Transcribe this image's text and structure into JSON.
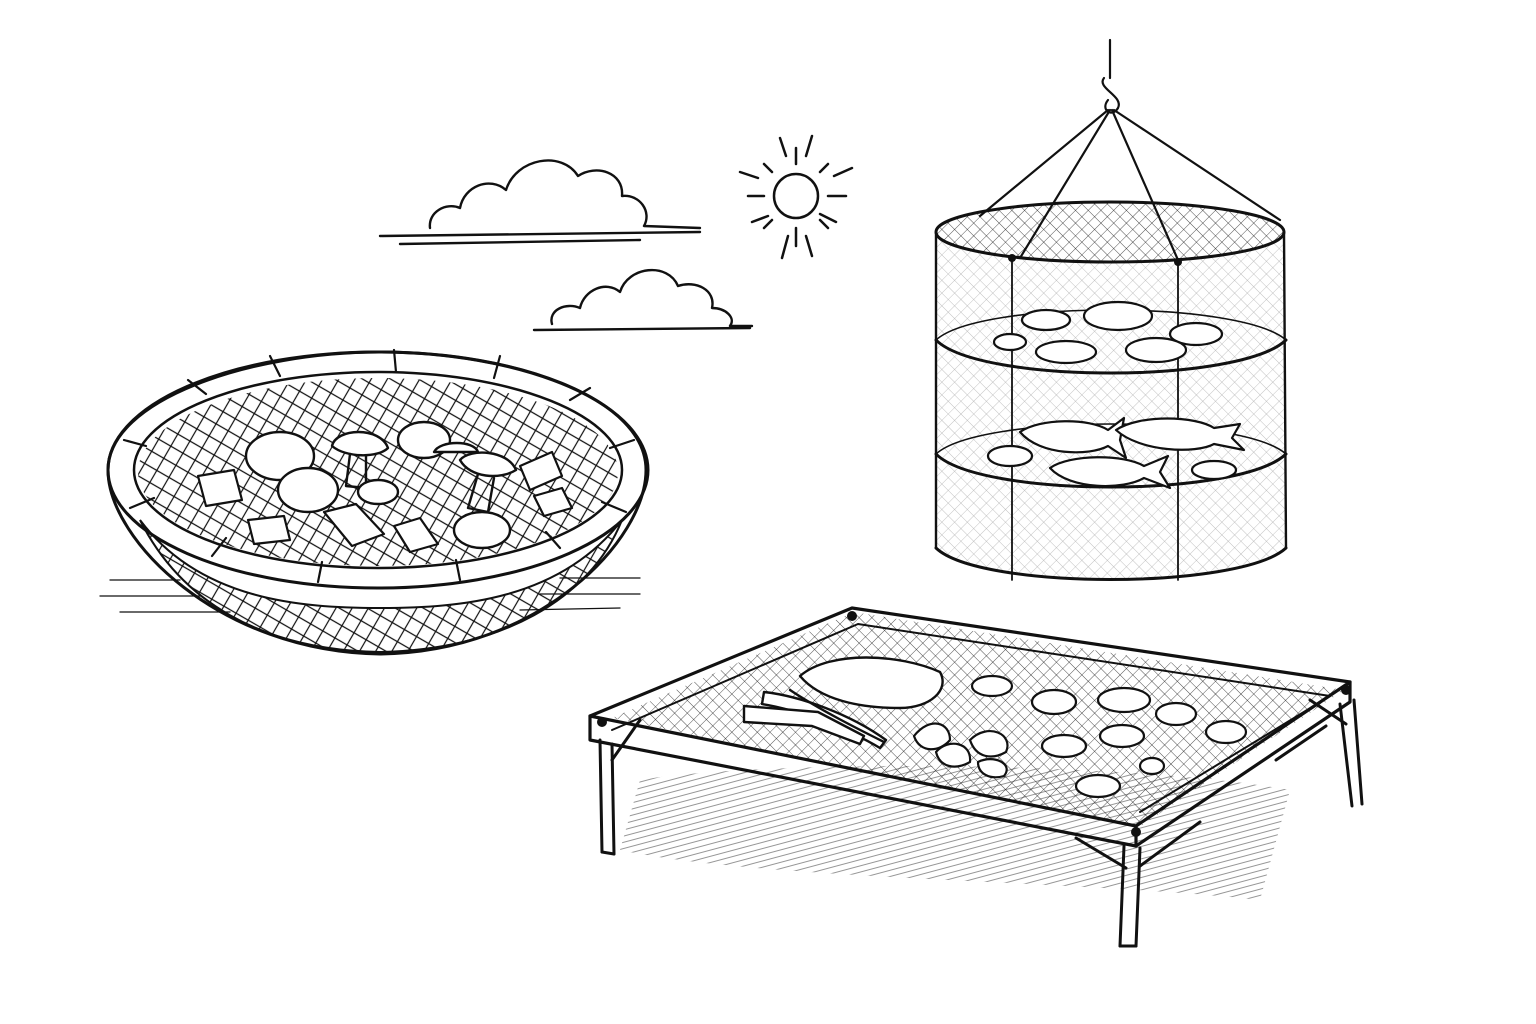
{
  "scene": {
    "background": "#ffffff",
    "ink": "#111111",
    "style": "line-art",
    "objects": [
      {
        "id": "sun",
        "icon": "sun-icon"
      },
      {
        "id": "clouds",
        "icon": "cloud-icon",
        "count": 2
      },
      {
        "id": "woven-basket",
        "icon": "basket-icon",
        "contents": [
          "mushroom",
          "vegetable-slice"
        ]
      },
      {
        "id": "hanging-mesh-dryer",
        "icon": "mesh-dryer-icon",
        "tiers": 3,
        "contents": [
          "fruit-slice",
          "fish"
        ]
      },
      {
        "id": "drying-rack-table",
        "icon": "drying-rack-icon",
        "contents": [
          "meat-strip",
          "herb",
          "fruit-slice"
        ]
      }
    ]
  }
}
